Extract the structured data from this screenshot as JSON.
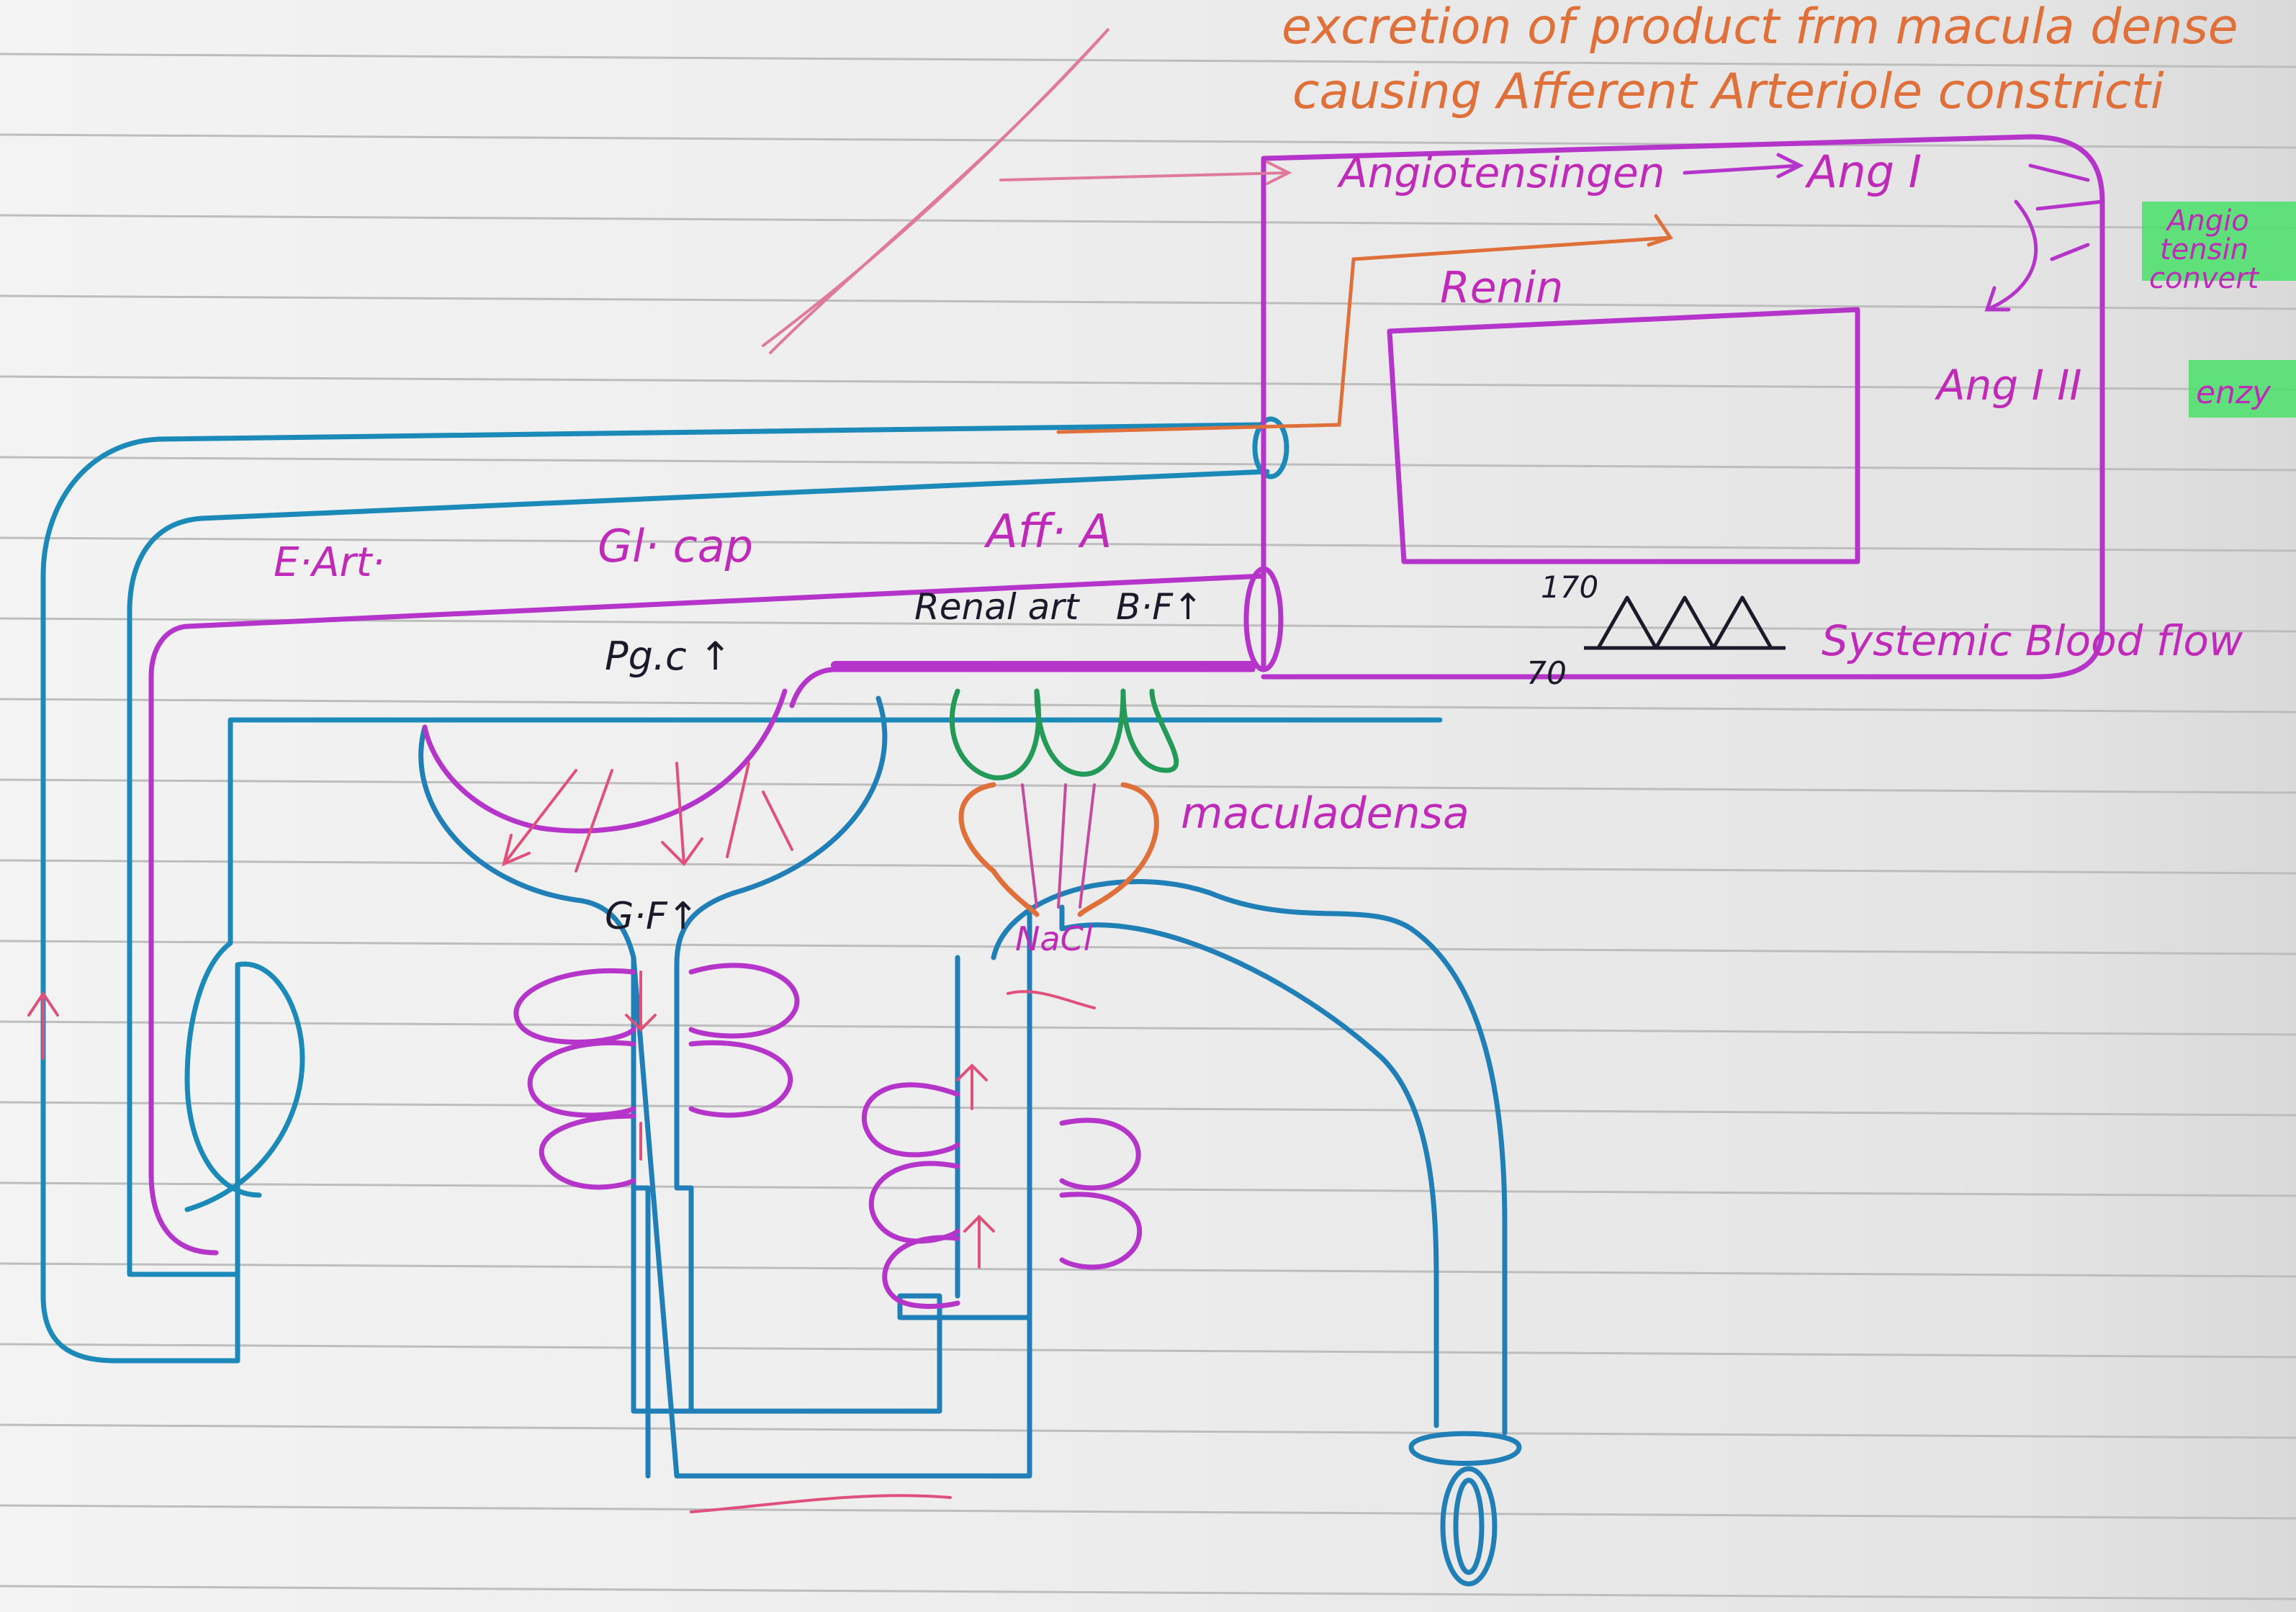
{
  "notes": {
    "top_line_1": "excretion of product frm macula dense",
    "top_line_2": "causing Afferent Arteriole constricti"
  },
  "raas": {
    "angiotensinogen": "Angiotensingen",
    "ang1": "Ang I",
    "ang2": "Ang I  II",
    "renin": "Renin",
    "converting_enzyme_1": "Angio",
    "converting_enzyme_2": "tensin",
    "converting_enzyme_3": "convert",
    "enzyme": "enzy"
  },
  "vessels": {
    "efferent_arteriole": "E·Art·",
    "glomerular_capillary": "Gl· cap",
    "afferent_arteriole": "Aff· A",
    "renal_artery": "Renal art",
    "blood_flow": "B·F↑",
    "pgc": "Pg.c ↑",
    "gfr": "G·F↑",
    "macula_densa": "maculadensa",
    "nacl": "NaCl"
  },
  "bp_graph": {
    "upper": "170",
    "lower": "70",
    "caption": "Systemic Blood flow"
  },
  "colors": {
    "purple": "#b534c9",
    "blue": "#1f7fb6",
    "teal": "#1c9aa8",
    "orange": "#e0703a",
    "pink": "#e0507c",
    "green": "#249a58",
    "highlight": "#49e06a"
  }
}
